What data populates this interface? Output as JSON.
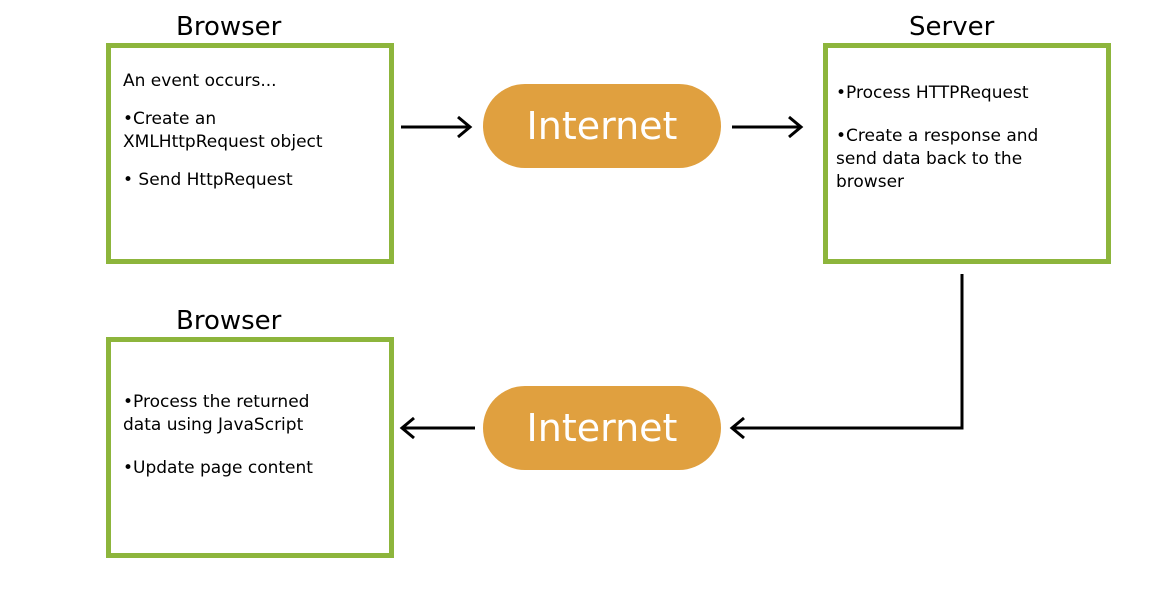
{
  "colors": {
    "box_border": "#8db53c",
    "pill_fill": "#e0a03f",
    "pill_text": "#ffffff",
    "arrow": "#000000"
  },
  "browser_top": {
    "title": "Browser",
    "intro": "An event occurs...",
    "bullet1_line1": "•Create an",
    "bullet1_line2": "XMLHttpRequest object",
    "bullet2": "• Send HttpRequest"
  },
  "server": {
    "title": "Server",
    "bullet1": "•Process HTTPRequest",
    "bullet2_line1": "•Create a response and",
    "bullet2_line2": "send data back to the",
    "bullet2_line3": "browser"
  },
  "browser_bottom": {
    "title": "Browser",
    "bullet1_line1": "•Process the returned",
    "bullet1_line2": "data using JavaScript",
    "bullet2": "•Update page content"
  },
  "internet_top": {
    "label": "Internet"
  },
  "internet_bottom": {
    "label": "Internet"
  }
}
